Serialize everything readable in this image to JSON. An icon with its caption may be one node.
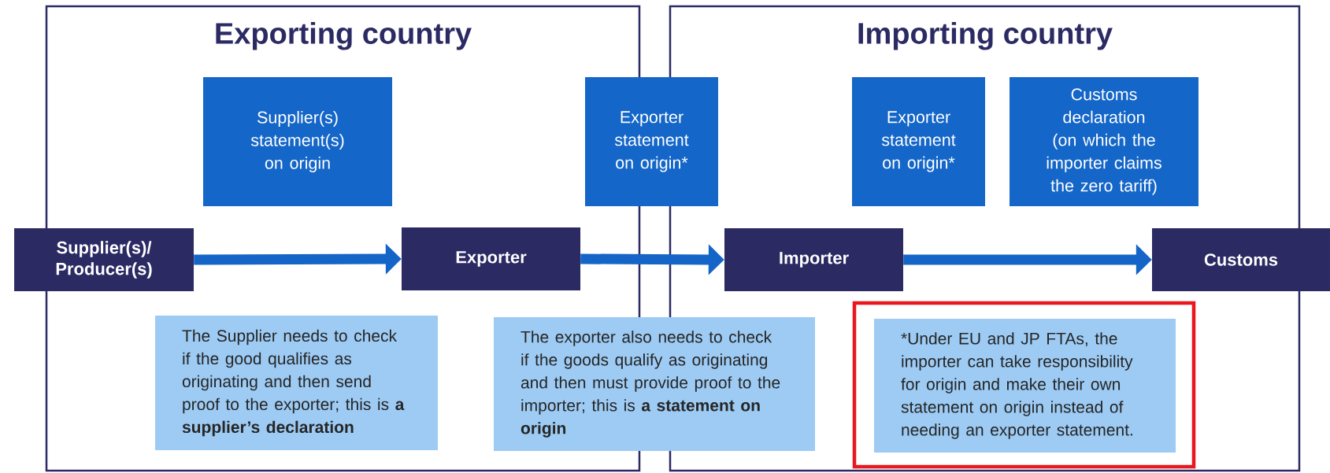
{
  "diagram": {
    "nodes": [
      {
        "text": [
          "Exporting country"
        ]
      },
      {
        "text": [
          "Importing country"
        ]
      },
      {
        "text": [
          "Supplier(s) statement(s) on origin"
        ],
        "in": 0
      },
      {
        "text": [
          "Exporter statement on origin*"
        ]
      },
      {
        "text": [
          "Exporter statement on origin*"
        ],
        "in": 1
      },
      {
        "text": [
          "Customs declaration (on which the importer claims the zero tariff)"
        ],
        "in": 1
      },
      {
        "text": [
          "Supplier(s)/ Producer(s)"
        ]
      },
      {
        "text": [
          "Exporter"
        ],
        "in": 0
      },
      {
        "text": [
          "Importer"
        ],
        "in": 1
      },
      {
        "text": [
          "Customs"
        ]
      },
      {
        "text": [
          "The Supplier needs to check if the good qualifies as originating and then send proof to the exporter; this is **a supplier’s declaration**"
        ],
        "in": 0
      },
      {
        "text": [
          "The exporter also needs to check if the goods qualify as originating and then must provide proof to the importer; this is **a statement on origin**"
        ]
      },
      {
        "text": [
          "*Under EU and JP FTAs, the importer can take responsibility for origin and make their own statement on origin instead of needing an exporter statement."
        ],
        "in": 1
      }
    ],
    "edges": [
      {
        "from": 6,
        "to": 7,
        "arrow": "to"
      },
      {
        "from": 7,
        "to": 8,
        "arrow": "to"
      },
      {
        "from": 8,
        "to": 9,
        "arrow": "to"
      }
    ]
  }
}
